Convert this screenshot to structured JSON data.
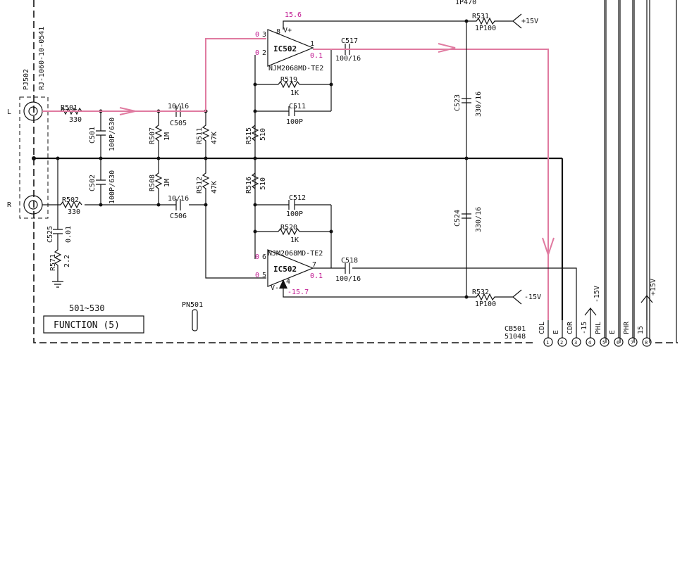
{
  "connector_pj": {
    "ref": "PJ502",
    "part": "RJ-1060-10-0541",
    "pin_l": "L",
    "pin_r": "R"
  },
  "resistors": [
    {
      "ref": "R501",
      "value": "330"
    },
    {
      "ref": "R502",
      "value": "330"
    },
    {
      "ref": "R507",
      "value": "1M"
    },
    {
      "ref": "R508",
      "value": "1M"
    },
    {
      "ref": "R511",
      "value": "47K"
    },
    {
      "ref": "R512",
      "value": "47K"
    },
    {
      "ref": "R515",
      "value": "510"
    },
    {
      "ref": "R516",
      "value": "510"
    },
    {
      "ref": "R519",
      "value": "1K"
    },
    {
      "ref": "R520",
      "value": "1K"
    },
    {
      "ref": "R531",
      "value": "1P100"
    },
    {
      "ref": "R532",
      "value": "1P100"
    },
    {
      "ref": "R571",
      "value": "2.2"
    }
  ],
  "capacitors": [
    {
      "ref": "C501",
      "value": "100P/630"
    },
    {
      "ref": "C502",
      "value": "100P/630"
    },
    {
      "ref": "C505",
      "value": "10/16"
    },
    {
      "ref": "C506",
      "value": "10/16"
    },
    {
      "ref": "C511",
      "value": "100P"
    },
    {
      "ref": "C512",
      "value": "100P"
    },
    {
      "ref": "C517",
      "value": "100/16"
    },
    {
      "ref": "C518",
      "value": "100/16"
    },
    {
      "ref": "C523",
      "value": "330/16"
    },
    {
      "ref": "C524",
      "value": "330/16"
    },
    {
      "ref": "C525",
      "value": "0.01"
    }
  ],
  "opamps": [
    {
      "ref": "IC502",
      "part": "NJM2068MD-TE2",
      "pins": [
        "3",
        "2",
        "1",
        "8"
      ],
      "volts": [
        "0",
        "0",
        "0.1",
        "15.6"
      ],
      "supply": "V+"
    },
    {
      "ref": "IC502",
      "part": "NJM2068MD-TE2",
      "pins": [
        "6",
        "5",
        "7",
        "4"
      ],
      "volts": [
        "0",
        "0",
        "0.1",
        "-15.7"
      ],
      "supply": "V-"
    }
  ],
  "top_cut": "1P470",
  "supplies": {
    "pos": "+15V",
    "neg": "-15V"
  },
  "pn": {
    "ref": "PN501"
  },
  "block": {
    "range": "501~530",
    "label": "FUNCTION (5)"
  },
  "cb": {
    "ref": "CB501",
    "part": "51048",
    "pins": [
      {
        "num": "1",
        "label": "CDL"
      },
      {
        "num": "2",
        "label": "E"
      },
      {
        "num": "3",
        "label": "CDR"
      },
      {
        "num": "4",
        "label": "-15"
      },
      {
        "num": "5",
        "label": "PHL"
      },
      {
        "num": "6",
        "label": "E"
      },
      {
        "num": "7",
        "label": "PHR"
      },
      {
        "num": "8",
        "label": "15"
      }
    ],
    "rail_minus": "-15V",
    "rail_plus": "+15V"
  },
  "colors": {
    "ink": "#111111",
    "signal_path": "#e07aa0",
    "voltage_text": "#c01890"
  }
}
